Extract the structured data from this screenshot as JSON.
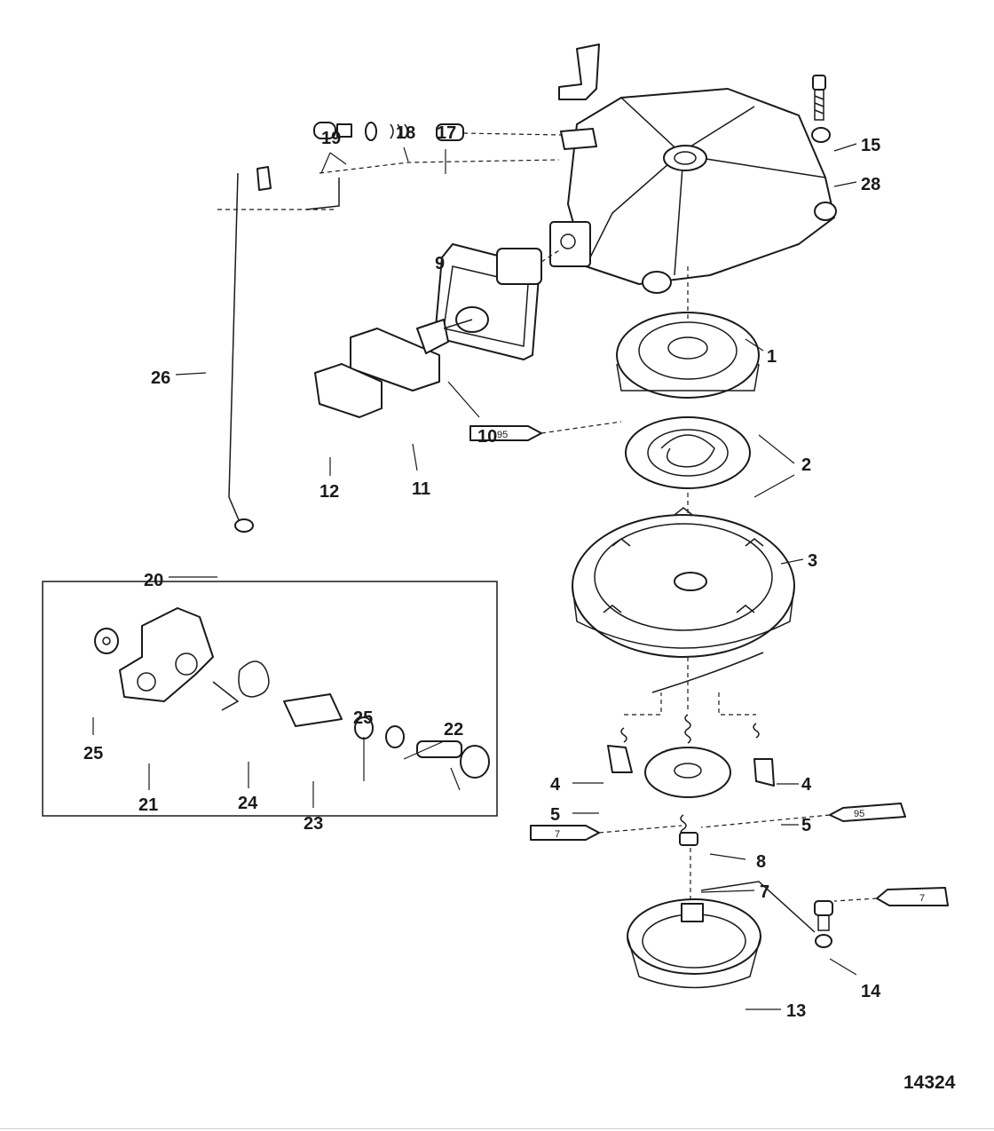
{
  "figure_number": "14324",
  "callouts": {
    "c1": "1",
    "c2a": "2",
    "c2b": "2",
    "c3": "3",
    "c4a": "4",
    "c4b": "4",
    "c5a": "5",
    "c5b": "5",
    "c7": "7",
    "c8": "8",
    "c9": "9",
    "c10": "10",
    "c11": "11",
    "c12": "12",
    "c13": "13",
    "c14": "14",
    "c15": "15",
    "c17": "17",
    "c18": "18",
    "c19": "19",
    "c20": "20",
    "c21": "21",
    "c22": "22",
    "c23": "23",
    "c24": "24",
    "c25a": "25",
    "c25b": "25",
    "c26": "26",
    "c28": "28"
  },
  "tube_labels": {
    "t95_upper": "95",
    "t95_right": "95",
    "t7_left": "7",
    "t7_right": "7"
  }
}
